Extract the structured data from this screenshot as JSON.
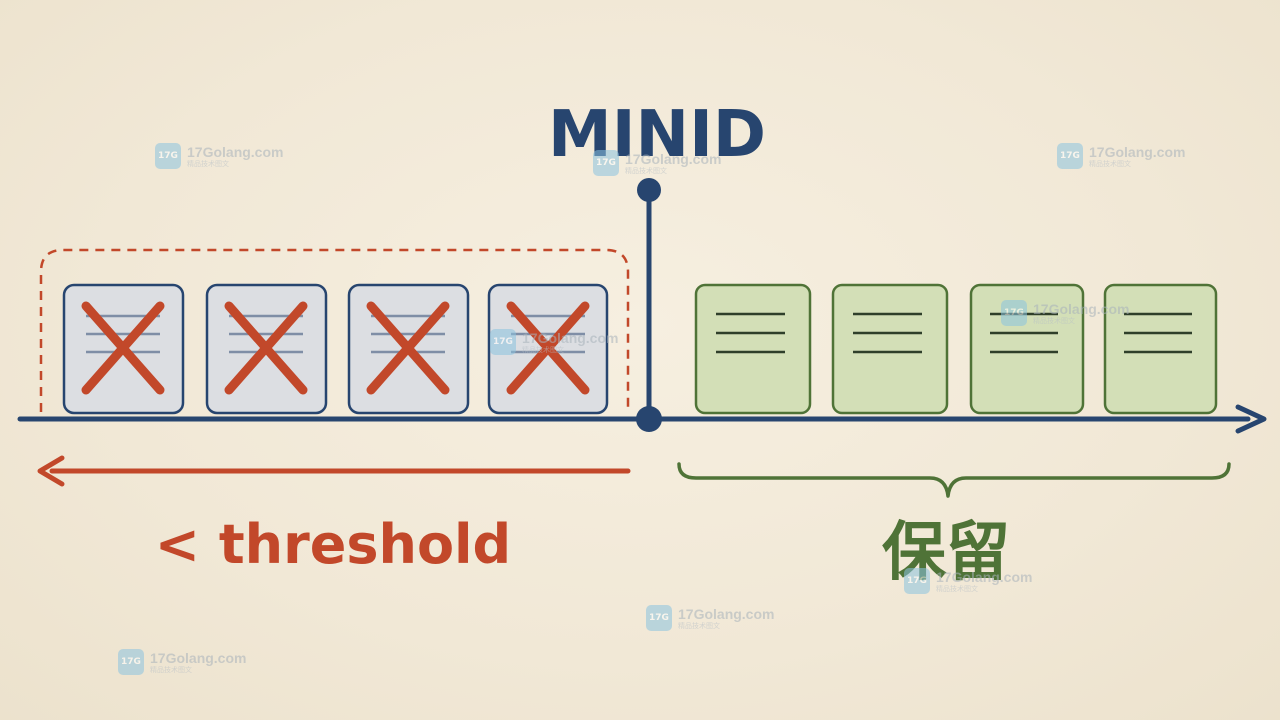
{
  "diagram": {
    "marker_label": "MINID",
    "left_label": "< threshold",
    "right_label": "保留",
    "deleted_entries": 4,
    "kept_entries": 4
  },
  "colors": {
    "axis": "#27456f",
    "deleted": "#c2482a",
    "kept_fill": "#d3dfb7",
    "kept_stroke": "#4f7337",
    "kept_text": "#4f7337",
    "entry_fill": "#dcdee2"
  },
  "watermark": {
    "logo_text": "17G",
    "site": "17Golang.com",
    "tagline": "精品技术图文"
  }
}
